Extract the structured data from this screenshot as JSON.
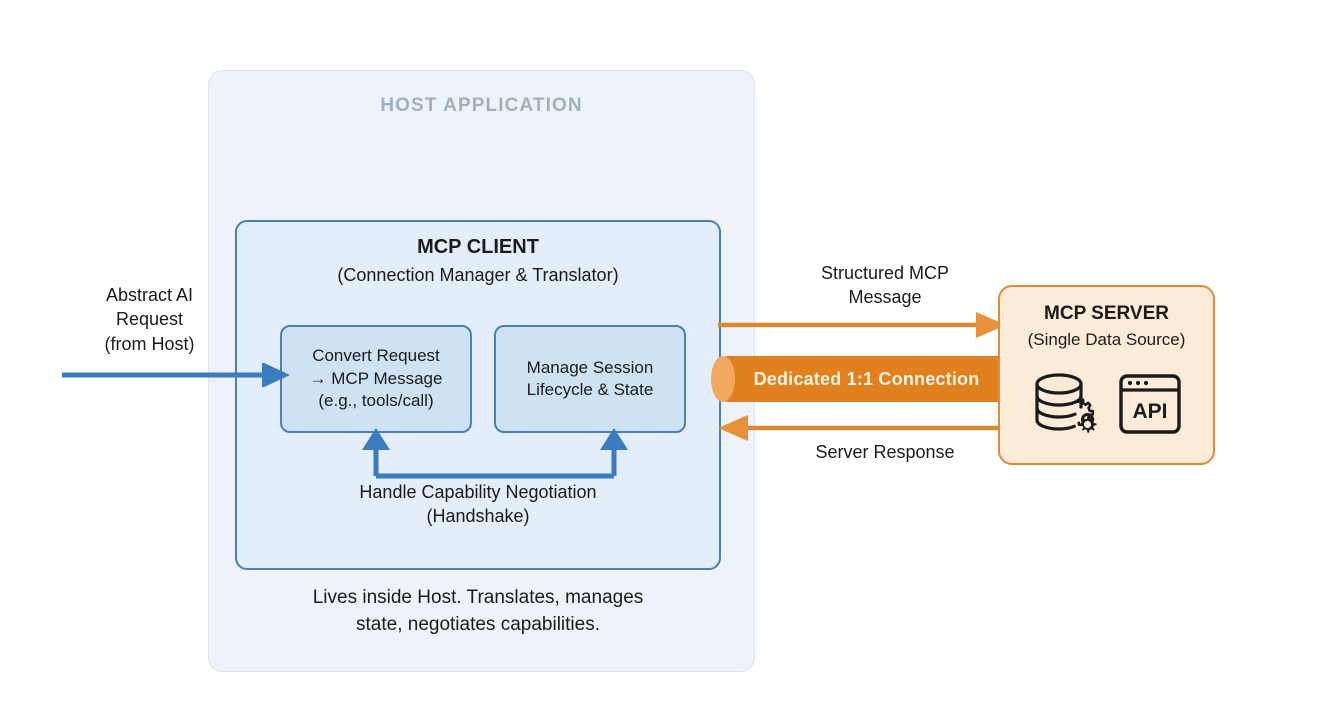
{
  "diagram": {
    "title": "MCP Client / Server architecture diagram",
    "colors": {
      "host_fill": "#eef3fa",
      "host_border": "#dbe4f0",
      "host_title": "#9fb0c4",
      "client_fill": "#e3eefa",
      "client_border": "#4a80b4",
      "subbox_fill": "#cfe2f3",
      "blue_arrow": "#3b7bbf",
      "orange_arrow": "#e08b3c",
      "pipe_fill": "#e2801f",
      "pipe_cap": "#f0a95e",
      "server_fill": "#fcebd9",
      "server_border": "#e08b3c",
      "text": "#1b1b1b"
    }
  },
  "host": {
    "title": "HOST APPLICATION",
    "note_line1": "Lives inside Host. Translates, manages",
    "note_line2": "state, negotiates capabilities."
  },
  "client": {
    "title": "MCP CLIENT",
    "subtitle": "(Connection Manager & Translator)",
    "sub_boxes": [
      {
        "name": "convert-request",
        "lines": [
          "Convert Request",
          "→ MCP Message",
          "(e.g., tools/call)"
        ]
      },
      {
        "name": "manage-session",
        "lines": [
          "Manage Session",
          "Lifecycle & State"
        ]
      }
    ],
    "handshake_line1": "Handle Capability Negotiation",
    "handshake_line2": "(Handshake)"
  },
  "request": {
    "line1": "Abstract AI",
    "line2": "Request",
    "line3": "(from Host)"
  },
  "channel": {
    "outbound_line1": "Structured MCP",
    "outbound_line2": "Message",
    "inbound_label": "Server Response",
    "pipe_label": "Dedicated 1:1 Connection"
  },
  "server": {
    "title": "MCP SERVER",
    "subtitle": "(Single Data Source)",
    "icons": [
      {
        "name": "database-gear-icon",
        "label": ""
      },
      {
        "name": "api-window-icon",
        "label": "API"
      }
    ]
  }
}
